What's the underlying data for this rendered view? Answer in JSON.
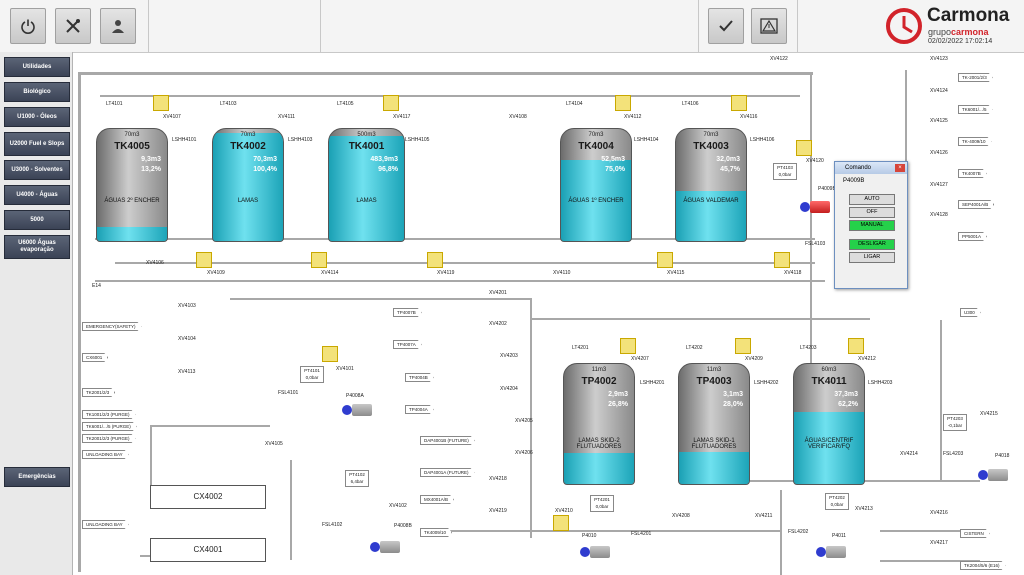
{
  "toolbar": {
    "power_icon": "power-icon",
    "tools_icon": "tools-icon",
    "user_icon": "user-icon",
    "confirm_icon": "check-icon",
    "alarm_icon": "alarm-icon"
  },
  "brand": {
    "name": "Carmona",
    "sub_plain": "grupo",
    "sub_bold": "carmona",
    "datetime": "02/02/2022 17:02:14"
  },
  "sidebar": {
    "items": [
      "Utilidades",
      "Biológico",
      "U1000 - Óleos",
      "U2000 Fuel e Slops",
      "U3000 - Solventes",
      "U4000 - Águas",
      "5000",
      "U6000 Águas evaporação"
    ],
    "emergency": "Emergências"
  },
  "tanks": [
    {
      "id": "TK4005",
      "cap": "70m3",
      "v1": "9,3m3",
      "v2": "13,2%",
      "desc": "ÁGUAS 2º ENCHER",
      "level": 0.13
    },
    {
      "id": "TK4002",
      "cap": "70m3",
      "v1": "70,3m3",
      "v2": "100,4%",
      "desc": "LAMAS",
      "level": 1.0
    },
    {
      "id": "TK4001",
      "cap": "500m3",
      "v1": "483,9m3",
      "v2": "96,8%",
      "desc": "LAMAS",
      "level": 0.97
    },
    {
      "id": "TK4004",
      "cap": "70m3",
      "v1": "52,5m3",
      "v2": "75,0%",
      "desc": "ÁGUAS 1º ENCHER",
      "level": 0.75
    },
    {
      "id": "TK4003",
      "cap": "70m3",
      "v1": "32,0m3",
      "v2": "45,7%",
      "desc": "ÁGUAS VALDEMAR",
      "level": 0.46
    },
    {
      "id": "TP4002",
      "cap": "11m3",
      "v1": "2,9m3",
      "v2": "26,8%",
      "desc": "LAMAS SKID-2 FLUTUADORES",
      "level": 0.27
    },
    {
      "id": "TP4003",
      "cap": "11m3",
      "v1": "3,1m3",
      "v2": "28,0%",
      "desc": "LAMAS SKID-1 FLUTUADORES",
      "level": 0.28
    },
    {
      "id": "TK4011",
      "cap": "60m3",
      "v1": "37,3m3",
      "v2": "62,2%",
      "desc": "ÁGUAS/CENTRIF VERIFICAR/FQ",
      "level": 0.62
    }
  ],
  "lt": [
    "LT4101",
    "LT4103",
    "LT4105",
    "LT4104",
    "LT4106",
    "LT4201",
    "LT4202",
    "LT4203"
  ],
  "lshh": [
    "LSHH4101",
    "LSHH4103",
    "LSHH4105",
    "LSHH4104",
    "LSHH4106",
    "LSHH4201",
    "LSHH4202",
    "LSHH4203"
  ],
  "valves_top": [
    "XV4107",
    "XV4111",
    "XV4117",
    "XV4108",
    "XV4112",
    "XV4116",
    "XV4122",
    "XV4120",
    "XV4106",
    "XV4109",
    "XV4114",
    "XV4119",
    "XV4110",
    "XV4115",
    "XV4118",
    "E14"
  ],
  "right_tags": [
    "XV4123",
    "TK-2001/2/3",
    "XV4124",
    "TK6001/.../5",
    "XV4125",
    "TK-4009/10",
    "XV4126",
    "TK4007B",
    "XV4127",
    "SEP4001A/B",
    "XV4128",
    "PP5001A"
  ],
  "left_tags": [
    "XV4103",
    "EMERGENCY(SAFETY)",
    "XV4104",
    "CX6001",
    "XV4113",
    "TK2001/2/3",
    "TK1001/2/3 (PURGE)",
    "TK6001/.../5 (PURGE)",
    "TK2001/2/3 (PURGE)",
    "XV4105",
    "UNLOADING BAY",
    "UNLOADING BAY",
    "XV4101",
    "XV4102",
    "FSL4101",
    "FSL4102",
    "P4008A",
    "P4008B"
  ],
  "mid_tags": [
    "XV4201",
    "TP4007B",
    "XV4202",
    "TP4007A",
    "XV4203",
    "TP4004B",
    "XV4204",
    "TP4004A",
    "XV4205",
    "DAP4001B (FUTURE)",
    "XV4206",
    "DAP4001A (FUTURE)",
    "XV4218",
    "MX4001A/B",
    "XV4219",
    "TK4009/10",
    "XV4210",
    "XV4207",
    "XV4209",
    "XV4212",
    "XV4208",
    "XV4211",
    "XV4213",
    "XV4214",
    "XV4215",
    "XV4216",
    "XV4217",
    "P4010",
    "P4011",
    "P4018",
    "FSL4201",
    "FSL4202",
    "FSL4203",
    "P4009B",
    "FSL4103",
    "U300",
    "CISTERN",
    "TK2004/5/6 (E16)"
  ],
  "pt": [
    {
      "id": "PT4101",
      "val": "0,0bar"
    },
    {
      "id": "PT4102",
      "val": "6,4bar"
    },
    {
      "id": "PT4103",
      "val": "0,0bar"
    },
    {
      "id": "PT4201",
      "val": "0,0bar"
    },
    {
      "id": "PT4202",
      "val": "0,0bar"
    },
    {
      "id": "PT4203",
      "val": "-0,1bar"
    }
  ],
  "cx": [
    "CX4002",
    "CX4001"
  ],
  "dialog": {
    "title": "Comando",
    "device": "P4009B",
    "b1": "AUTO",
    "b2": "OFF",
    "b3": "MANUAL",
    "b4": "DESLIGAR",
    "b5": "LIGAR"
  }
}
